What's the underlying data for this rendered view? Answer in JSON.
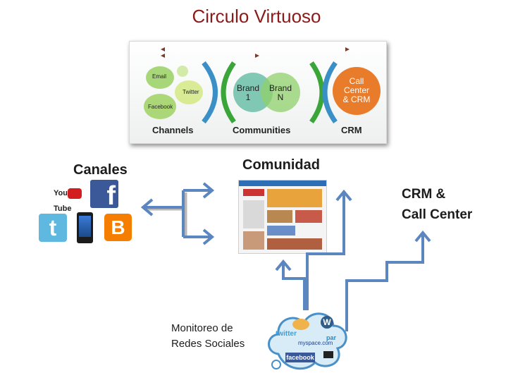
{
  "title": "Circulo Virtuoso",
  "top_diagram": {
    "nodes": {
      "email": "Email",
      "twitter": "Twitter",
      "facebook": "Facebook",
      "brand1": "Brand\n1",
      "brandN": "Brand\nN",
      "call_center": "Call\nCenter\n& CRM"
    },
    "captions": {
      "channels": "Channels",
      "communities": "Communities",
      "crm": "CRM"
    }
  },
  "labels": {
    "canales": "Canales",
    "comunidad": "Comunidad",
    "crm_line1": "CRM &",
    "crm_line2": "Call Center",
    "monitoreo_line1": "Monitoreo de",
    "monitoreo_line2": "Redes Sociales"
  },
  "logos": {
    "youtube": "You Tube",
    "facebook": "f",
    "twitter": "t",
    "blogger": "B",
    "cloud_twitter": "twitter",
    "cloud_myspace": "myspace.com",
    "cloud_facebook": "facebook",
    "cloud_wordpress": "W",
    "cloud_pa": "par"
  },
  "colors": {
    "title": "#8b1a1a",
    "arrow": "#5b86c0",
    "green_bracket": "#3aa63a",
    "blue_bracket": "#3a8fc6",
    "call_center": "#e97c2b"
  }
}
